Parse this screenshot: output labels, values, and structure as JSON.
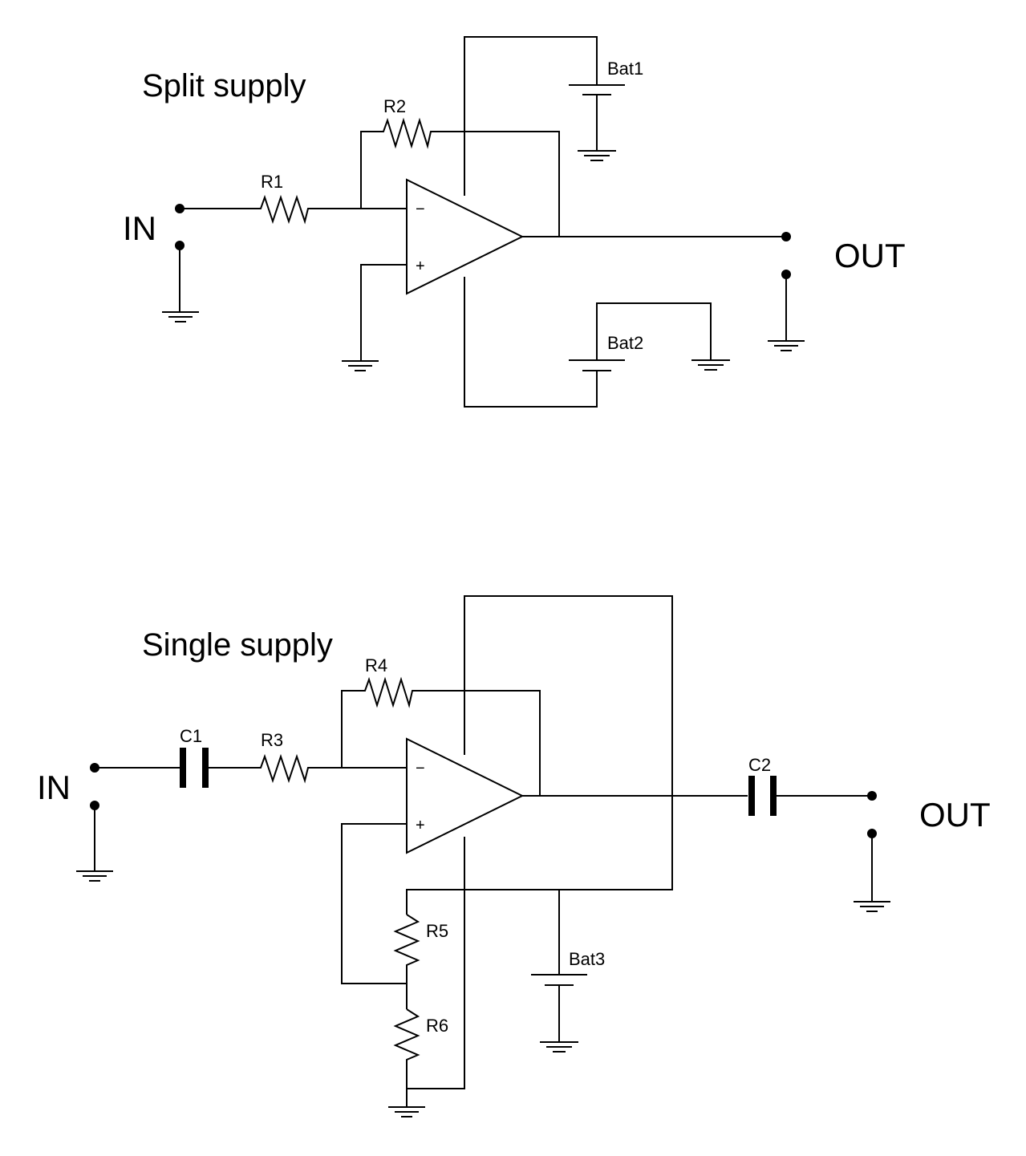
{
  "split": {
    "title": "Split supply",
    "in_label": "IN",
    "out_label": "OUT",
    "r1": "R1",
    "r2": "R2",
    "bat1": "Bat1",
    "bat2": "Bat2",
    "minus": "−",
    "plus": "+"
  },
  "single": {
    "title": "Single supply",
    "in_label": "IN",
    "out_label": "OUT",
    "c1": "C1",
    "c2": "C2",
    "r3": "R3",
    "r4": "R4",
    "r5": "R5",
    "r6": "R6",
    "bat3": "Bat3",
    "minus": "−",
    "plus": "+"
  }
}
